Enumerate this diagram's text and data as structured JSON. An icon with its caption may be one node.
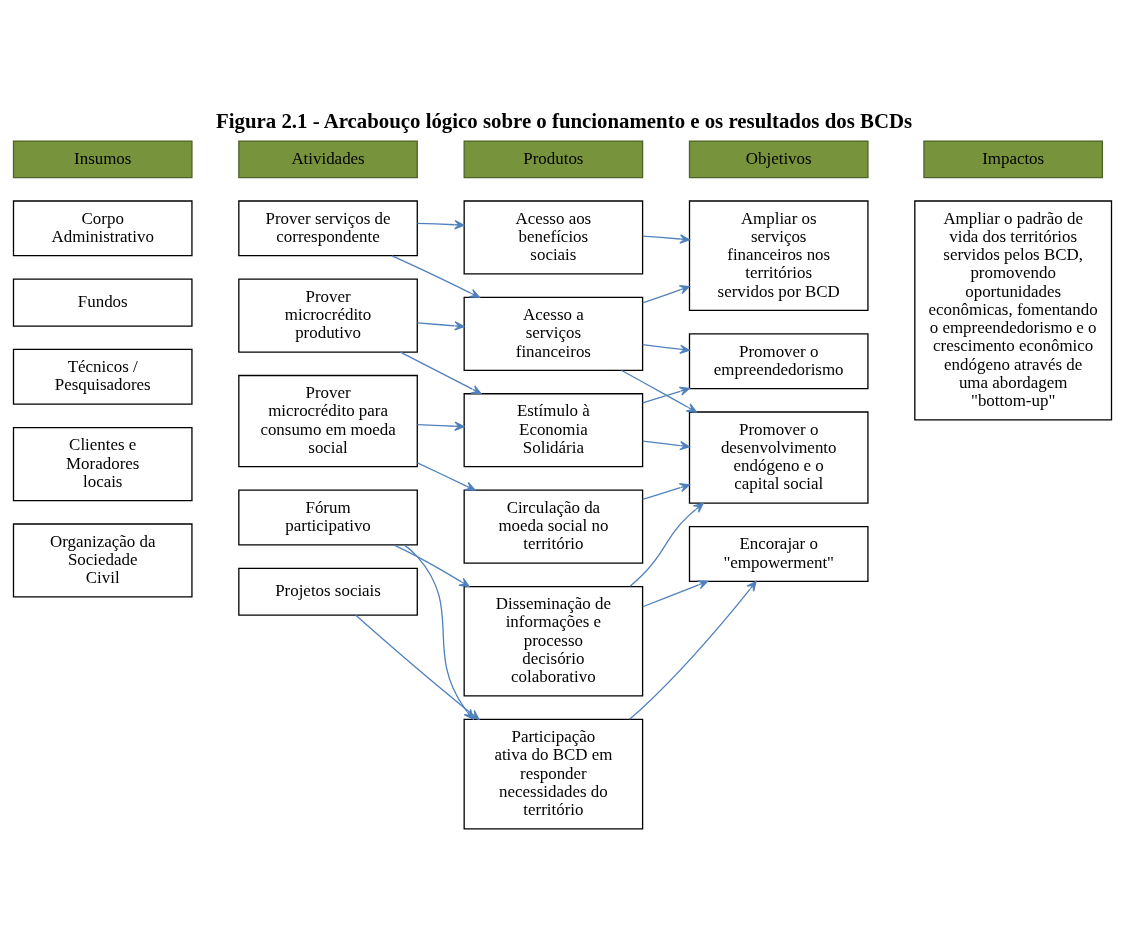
{
  "diagram": {
    "title": "Figura 2.1 - Arcabouço lógico sobre o funcionamento e os resultados dos BCDs",
    "nodes": [
      {
        "text": [
          "Insumos"
        ]
      },
      {
        "text": [
          "Atividades"
        ]
      },
      {
        "text": [
          "Produtos"
        ]
      },
      {
        "text": [
          "Objetivos"
        ]
      },
      {
        "text": [
          "Impactos"
        ]
      },
      {
        "text": [
          "Corpo Administrativo"
        ]
      },
      {
        "text": [
          "Fundos"
        ]
      },
      {
        "text": [
          "Técnicos / Pesquisadores"
        ]
      },
      {
        "text": [
          "Clientes e Moradores locais"
        ]
      },
      {
        "text": [
          "Organização da Sociedade Civil"
        ]
      },
      {
        "text": [
          "Prover serviços de correspondente"
        ]
      },
      {
        "text": [
          "Prover microcrédito produtivo"
        ]
      },
      {
        "text": [
          "Prover microcrédito para consumo em moeda social"
        ]
      },
      {
        "text": [
          "Fórum participativo"
        ]
      },
      {
        "text": [
          "Projetos sociais"
        ]
      },
      {
        "text": [
          "Acesso aos benefícios sociais"
        ]
      },
      {
        "text": [
          "Acesso a serviços financeiros"
        ]
      },
      {
        "text": [
          "Estímulo à Economia Solidária"
        ]
      },
      {
        "text": [
          "Circulação da moeda social no território"
        ]
      },
      {
        "text": [
          "Disseminação de informações e processo decisório colaborativo"
        ]
      },
      {
        "text": [
          "Participação ativa do BCD em responder necessidades do território"
        ]
      },
      {
        "text": [
          "Ampliar os serviços financeiros nos territórios servidos por BCD"
        ]
      },
      {
        "text": [
          "Promover o empreendedorismo"
        ]
      },
      {
        "text": [
          "Promover o desenvolvimento endógeno e o capital social"
        ]
      },
      {
        "text": [
          "Encorajar o \"empowerment\""
        ]
      },
      {
        "text": [
          "Ampliar o padrão de vida dos territórios servidos pelos BCD, promovendo oportunidades econômicas, fomentando o empreendedorismo e o crescimento econômico endógeno através de uma abordagem \"bottom-up\""
        ]
      }
    ],
    "edges": [
      {
        "from": 10,
        "to": 15,
        "arrow": "to"
      },
      {
        "from": 10,
        "to": 16,
        "arrow": "to"
      },
      {
        "from": 11,
        "to": 16,
        "arrow": "to"
      },
      {
        "from": 11,
        "to": 17,
        "arrow": "to"
      },
      {
        "from": 12,
        "to": 17,
        "arrow": "to"
      },
      {
        "from": 12,
        "to": 18,
        "arrow": "to"
      },
      {
        "from": 13,
        "to": 19,
        "arrow": "to"
      },
      {
        "from": 13,
        "to": 20,
        "arrow": "to"
      },
      {
        "from": 14,
        "to": 20,
        "arrow": "to"
      },
      {
        "from": 15,
        "to": 21,
        "arrow": "to"
      },
      {
        "from": 16,
        "to": 21,
        "arrow": "to"
      },
      {
        "from": 16,
        "to": 22,
        "arrow": "to"
      },
      {
        "from": 16,
        "to": 23,
        "arrow": "to"
      },
      {
        "from": 17,
        "to": 22,
        "arrow": "to"
      },
      {
        "from": 17,
        "to": 23,
        "arrow": "to"
      },
      {
        "from": 18,
        "to": 23,
        "arrow": "to"
      },
      {
        "from": 19,
        "to": 23,
        "arrow": "to"
      },
      {
        "from": 19,
        "to": 24,
        "arrow": "to"
      },
      {
        "from": 20,
        "to": 24,
        "arrow": "to"
      }
    ]
  }
}
